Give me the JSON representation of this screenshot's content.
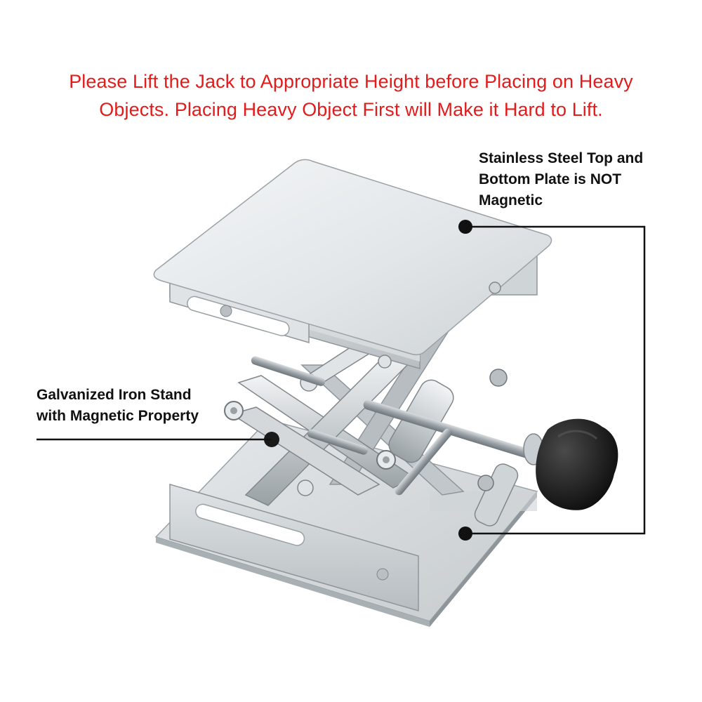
{
  "warning": {
    "line1": "Please Lift the Jack to Appropriate Height before Placing on Heavy",
    "line2": "Objects. Placing Heavy Object First will Make it Hard to Lift."
  },
  "callouts": {
    "plates": {
      "line1": "Stainless Steel Top and",
      "line2": "Bottom Plate is NOT",
      "line3": "Magnetic"
    },
    "stand": {
      "line1": "Galvanized Iron Stand",
      "line2": "with Magnetic Property"
    }
  },
  "colors": {
    "warning_text": "#e31b1b",
    "callout_text": "#111111",
    "steel_light": "#eceff1",
    "steel_mid": "#c9ced2",
    "steel_dark": "#8f969b",
    "knob": "#1a1a1a"
  }
}
